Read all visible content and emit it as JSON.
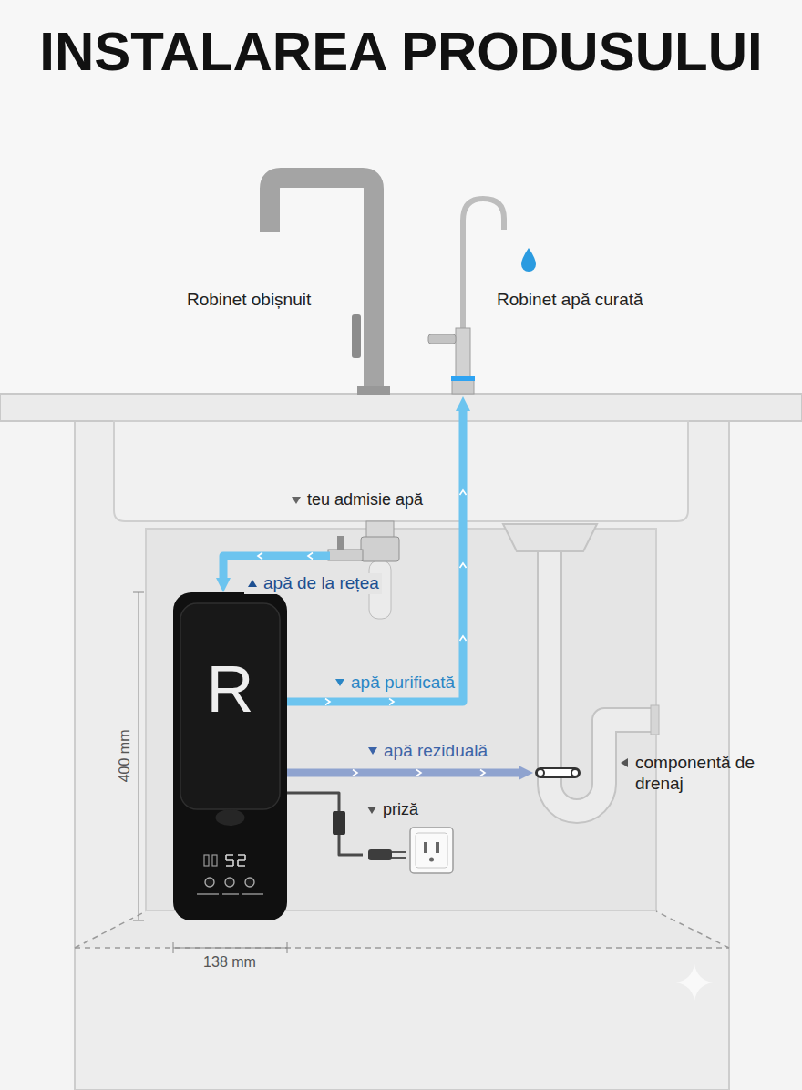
{
  "diagram": {
    "title": "INSTALAREA PRODUSULUI",
    "nodes": [
      {
        "text": [
          "Robinet obișnuit"
        ]
      },
      {
        "text": [
          "Robinet apă curată"
        ]
      },
      {
        "text": [
          "teu admisie apă"
        ]
      },
      {
        "text": [
          "R"
        ]
      },
      {
        "text": [
          "componentă de drenaj"
        ]
      },
      {
        "text": [
          "priză"
        ]
      }
    ],
    "edges": [
      {
        "from": 2,
        "to": 3,
        "label": "apă de la rețea",
        "arrow": "to"
      },
      {
        "from": 3,
        "to": 1,
        "label": "apă purificată",
        "arrow": "to"
      },
      {
        "from": 3,
        "to": 4,
        "label": "apă reziduală",
        "arrow": "to"
      },
      {
        "from": 3,
        "to": 5,
        "arrow": "none"
      }
    ],
    "labels": [
      "400 mm",
      "138 mm"
    ]
  }
}
